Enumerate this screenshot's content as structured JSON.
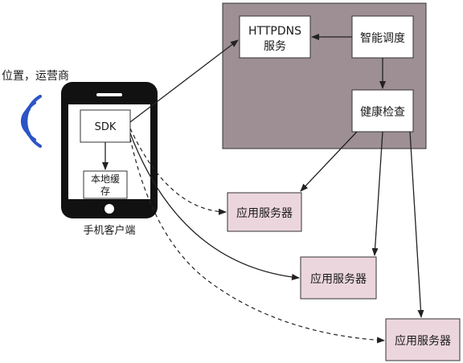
{
  "location_label": "位置，运营商",
  "phone": {
    "caption": "手机客户端",
    "sdk_label": "SDK",
    "cache_label_line1": "本地缓",
    "cache_label_line2": "存"
  },
  "server_cluster": {
    "httpdns_line1": "HTTPDNS",
    "httpdns_line2": "服务",
    "scheduler_label": "智能调度",
    "health_check_label": "健康检查"
  },
  "app_servers": {
    "label_1": "应用服务器",
    "label_2": "应用服务器",
    "label_3": "应用服务器"
  },
  "colors": {
    "cluster_fill": "#9e8f94",
    "app_server_fill": "#ecd6de",
    "signal_blue": "#2b54c7",
    "phone_body": "#111111"
  }
}
